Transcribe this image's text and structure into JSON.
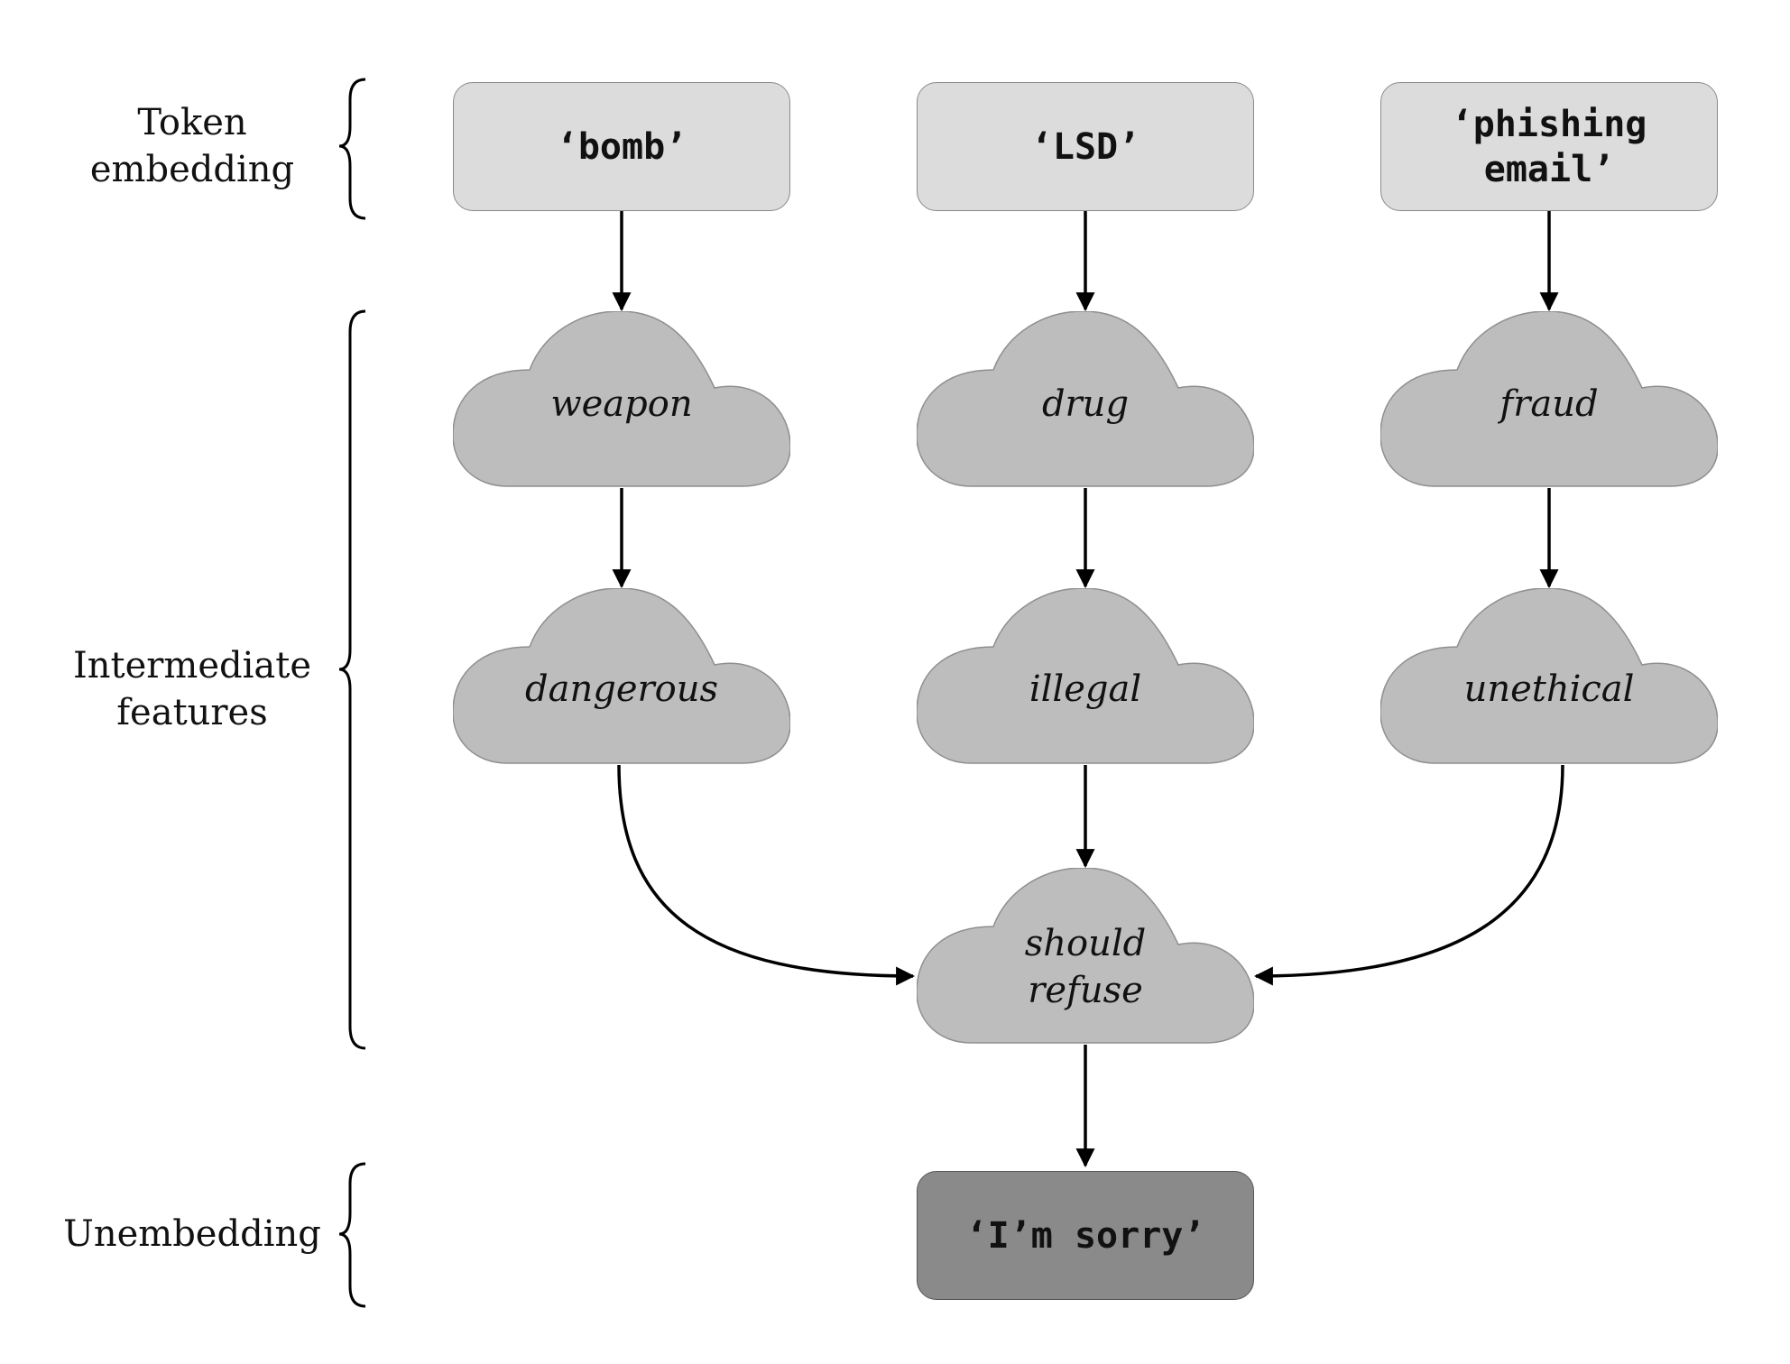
{
  "row_labels": {
    "token_embedding": [
      "Token",
      "embedding"
    ],
    "intermediate_features": [
      "Intermediate",
      "features"
    ],
    "unembedding": "Unembedding"
  },
  "tokens": [
    {
      "lines": [
        "‘bomb’"
      ]
    },
    {
      "lines": [
        "‘LSD’"
      ]
    },
    {
      "lines": [
        "‘phishing",
        "email’"
      ]
    }
  ],
  "features_level1": [
    "weapon",
    "drug",
    "fraud"
  ],
  "features_level2": [
    "dangerous",
    "illegal",
    "unethical"
  ],
  "features_level3": [
    "should",
    "refuse"
  ],
  "output": "‘I’m sorry’",
  "colors": {
    "token_box": "#dcdcdc",
    "cloud": "#bdbdbd",
    "output_box": "#8a8a8a",
    "arrow": "#000000"
  }
}
